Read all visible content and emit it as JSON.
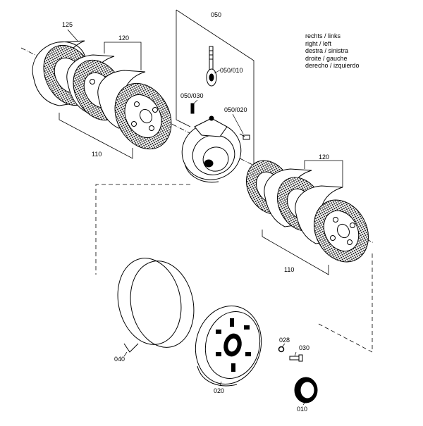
{
  "diagram": {
    "callouts": {
      "c125": "125",
      "c120_top": "120",
      "c110_left": "110",
      "c050": "050",
      "c050_010": "050/010",
      "c050_030": "050/030",
      "c050_020": "050/020",
      "c120_right": "120",
      "c110_right": "110",
      "c040": "040",
      "c020": "020",
      "c028": "028",
      "c030": "030",
      "c010": "010"
    },
    "side_legend": [
      "rechts / links",
      "right / left",
      "destra / sinistra",
      "droite / gauche",
      "derecho / izquierdo"
    ]
  }
}
